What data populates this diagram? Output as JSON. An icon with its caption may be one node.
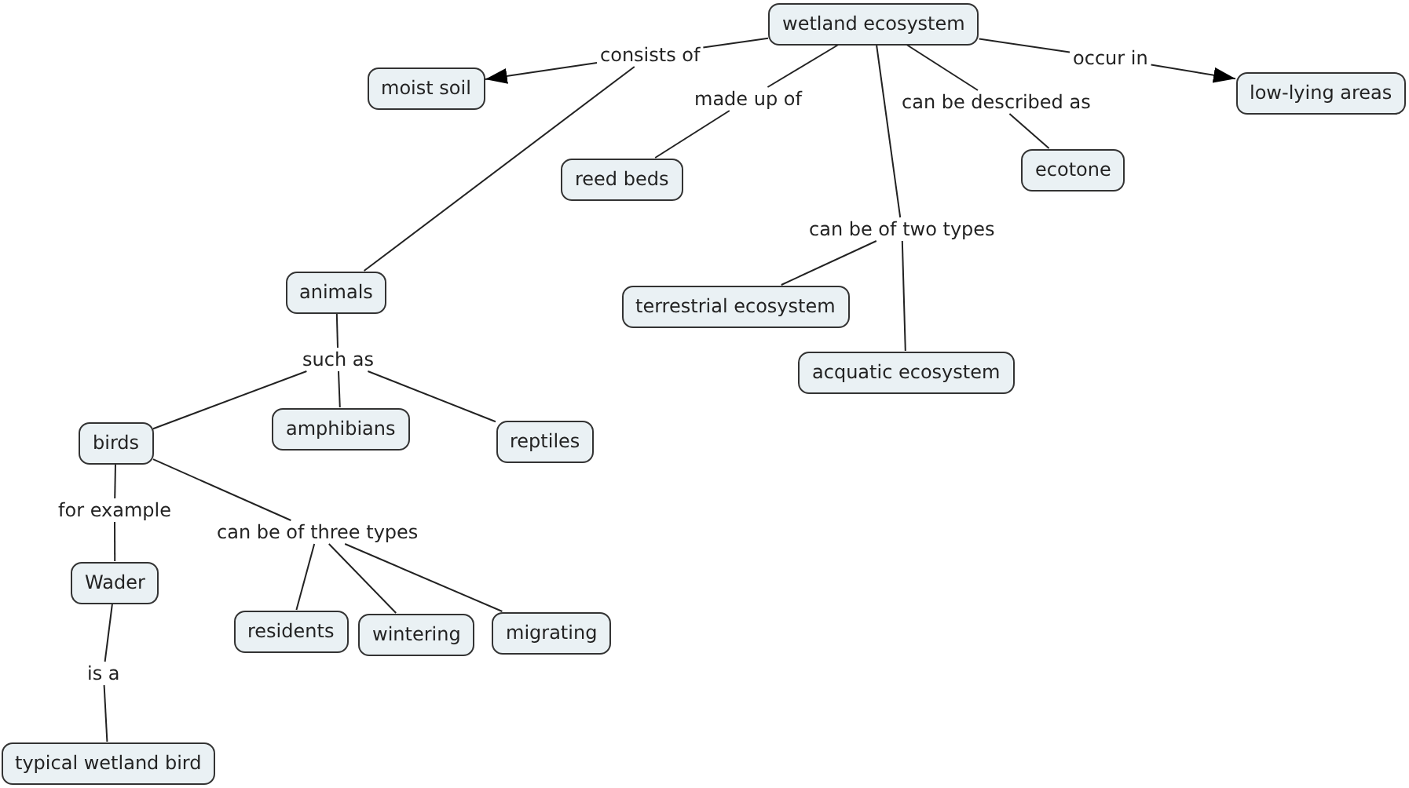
{
  "diagram": {
    "nodes": [
      {
        "text": [
          "wetland ecosystem"
        ]
      },
      {
        "text": [
          "consists of"
        ]
      },
      {
        "text": [
          "occur in"
        ]
      },
      {
        "text": [
          "moist soil"
        ]
      },
      {
        "text": [
          "low-lying areas"
        ]
      },
      {
        "text": [
          "made up of"
        ]
      },
      {
        "text": [
          "can be described as"
        ]
      },
      {
        "text": [
          "reed beds"
        ]
      },
      {
        "text": [
          "ecotone"
        ]
      },
      {
        "text": [
          "can be of two types"
        ]
      },
      {
        "text": [
          "animals"
        ]
      },
      {
        "text": [
          "terrestrial ecosystem"
        ]
      },
      {
        "text": [
          "such as"
        ]
      },
      {
        "text": [
          "acquatic ecosystem"
        ]
      },
      {
        "text": [
          "birds"
        ]
      },
      {
        "text": [
          "amphibians"
        ]
      },
      {
        "text": [
          "reptiles"
        ]
      },
      {
        "text": [
          "for example"
        ]
      },
      {
        "text": [
          "can be of three types"
        ]
      },
      {
        "text": [
          "Wader"
        ]
      },
      {
        "text": [
          "residents"
        ]
      },
      {
        "text": [
          "wintering"
        ]
      },
      {
        "text": [
          "migrating"
        ]
      },
      {
        "text": [
          "is a"
        ]
      },
      {
        "text": [
          "typical wetland bird"
        ]
      }
    ],
    "edges": [
      {
        "from": 0,
        "to": 1,
        "arrow": "none"
      },
      {
        "from": 1,
        "to": 3,
        "arrow": "to"
      },
      {
        "from": 1,
        "to": 10,
        "arrow": "none"
      },
      {
        "from": 0,
        "to": 2,
        "arrow": "none"
      },
      {
        "from": 2,
        "to": 4,
        "arrow": "to"
      },
      {
        "from": 0,
        "to": 5,
        "arrow": "none"
      },
      {
        "from": 5,
        "to": 7,
        "arrow": "none"
      },
      {
        "from": 0,
        "to": 6,
        "arrow": "none"
      },
      {
        "from": 6,
        "to": 8,
        "arrow": "none"
      },
      {
        "from": 0,
        "to": 9,
        "arrow": "none"
      },
      {
        "from": 9,
        "to": 11,
        "arrow": "none"
      },
      {
        "from": 9,
        "to": 13,
        "arrow": "none"
      },
      {
        "from": 10,
        "to": 12,
        "arrow": "none"
      },
      {
        "from": 12,
        "to": 14,
        "arrow": "none"
      },
      {
        "from": 12,
        "to": 15,
        "arrow": "none"
      },
      {
        "from": 12,
        "to": 16,
        "arrow": "none"
      },
      {
        "from": 14,
        "to": 17,
        "arrow": "none"
      },
      {
        "from": 17,
        "to": 19,
        "arrow": "none"
      },
      {
        "from": 14,
        "to": 18,
        "arrow": "none"
      },
      {
        "from": 18,
        "to": 20,
        "arrow": "none"
      },
      {
        "from": 18,
        "to": 21,
        "arrow": "none"
      },
      {
        "from": 18,
        "to": 22,
        "arrow": "none"
      },
      {
        "from": 19,
        "to": 23,
        "arrow": "none"
      },
      {
        "from": 23,
        "to": 24,
        "arrow": "none"
      }
    ]
  }
}
